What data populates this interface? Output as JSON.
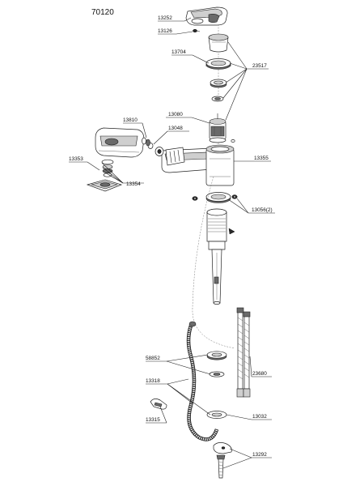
{
  "title": "70120",
  "labels": {
    "p13252": "13252",
    "p13126": "13126",
    "p13704": "13704",
    "p23517": "23517",
    "p13810": "13810",
    "p13080": "13080",
    "p13048": "13048",
    "p13353": "13353",
    "p13355": "13355",
    "p13354": "13354",
    "p13056": "13056(2)",
    "p58852": "58852",
    "p23680": "23680",
    "p13318": "13318",
    "p13032": "13032",
    "p13315": "13315",
    "p13292": "13292"
  }
}
